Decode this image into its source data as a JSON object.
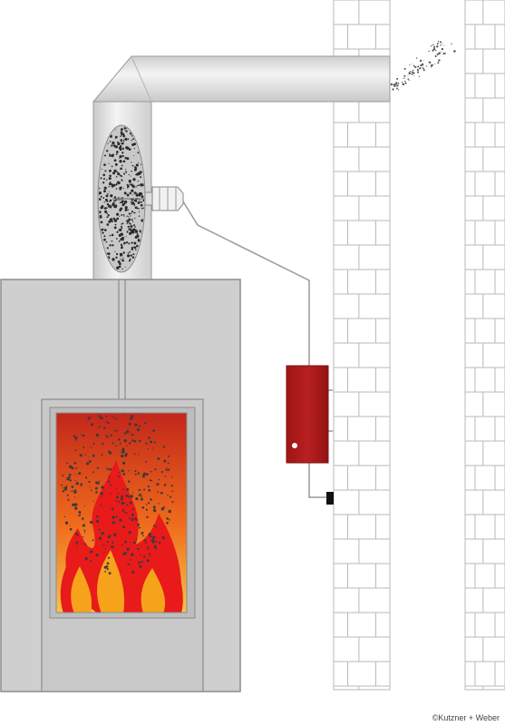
{
  "credit": "©Kutzner + Weber",
  "colors": {
    "background": "#ffffff",
    "brick_fill": "#ffffff",
    "brick_line": "#b9b9b9",
    "stove_body": "#cfcfcf",
    "stove_edge": "#8c8c8c",
    "pipe_fill": "#e4e4e4",
    "pipe_edge": "#9a9a9a",
    "soot": "#2a2a2a",
    "control_box": "#b01c1c",
    "flame_outer": "#e81a1a",
    "flame_inner": "#f7a21b",
    "fire_top": "#c2261b",
    "fire_bottom": "#f5c34a"
  },
  "icons": [
    "flame-icon",
    "sensor-icon",
    "control-box",
    "soot-particles"
  ]
}
